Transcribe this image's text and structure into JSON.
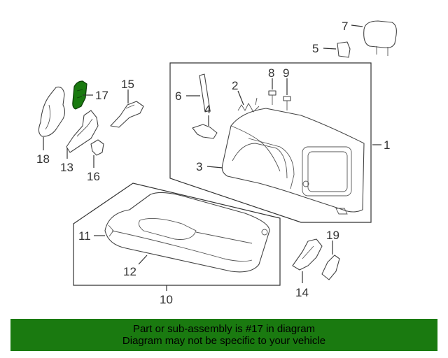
{
  "callouts": {
    "c1": "1",
    "c2": "2",
    "c3": "3",
    "c4": "4",
    "c5": "5",
    "c6": "6",
    "c7": "7",
    "c8": "8",
    "c9": "9",
    "c10": "10",
    "c11": "11",
    "c12": "12",
    "c13": "13",
    "c14": "14",
    "c15": "15",
    "c16": "16",
    "c17": "17",
    "c18": "18",
    "c19": "19"
  },
  "highlight": {
    "part": "17",
    "color": "#1a7a10"
  },
  "footer": {
    "line1": "Part or sub-assembly is #17 in diagram",
    "line2": "Diagram may not be specific to your vehicle",
    "background": "#1a7a10"
  }
}
